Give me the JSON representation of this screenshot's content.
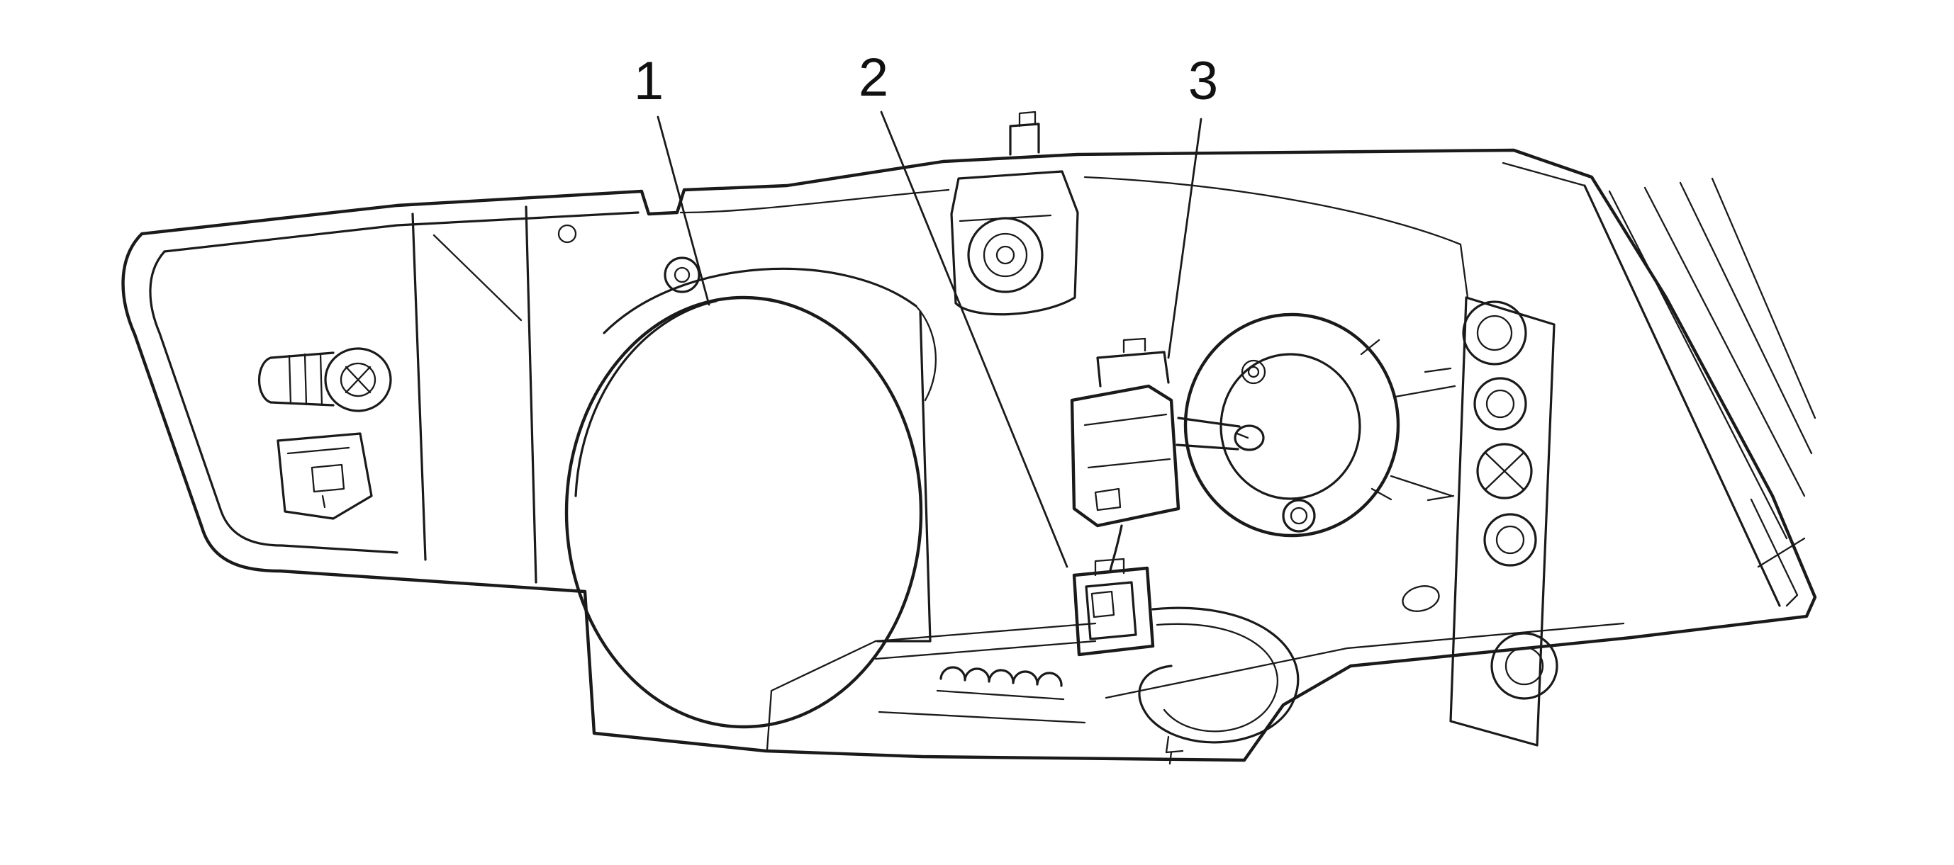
{
  "figure": {
    "background_color": "#ffffff",
    "line_color": "#1a1a1a"
  },
  "callouts": [
    {
      "label": "1"
    },
    {
      "label": "2"
    },
    {
      "label": "3"
    }
  ]
}
